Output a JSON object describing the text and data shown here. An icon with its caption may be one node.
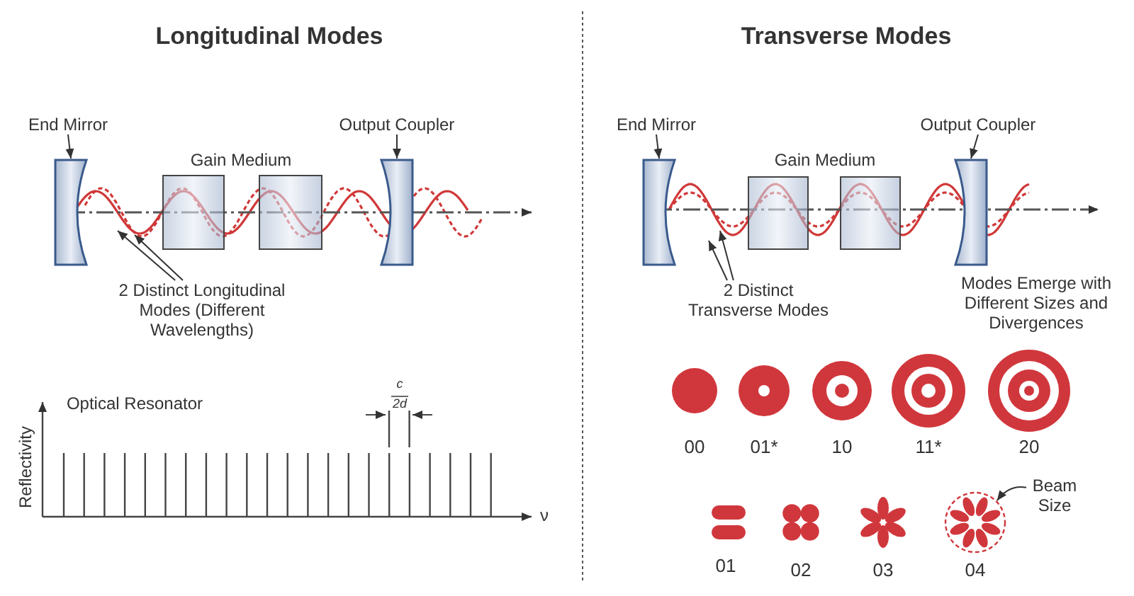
{
  "diagram": {
    "nodes": [
      {
        "text": [
          "End Mirror"
        ]
      },
      {
        "text": [],
        "shape": "picture"
      },
      {
        "text": [
          "Output Coupler"
        ]
      },
      {
        "text": [],
        "shape": "picture"
      },
      {
        "text": [
          "2 Distinct Longitudinal Modes (Different Wavelengths)"
        ]
      },
      {
        "text": [
          "End Mirror"
        ]
      },
      {
        "text": [],
        "shape": "picture"
      },
      {
        "text": [
          "Output Coupler"
        ]
      },
      {
        "text": [],
        "shape": "picture"
      },
      {
        "text": [
          "2 Distinct Transverse Modes"
        ]
      },
      {
        "text": [
          "Beam Size"
        ]
      },
      {
        "text": [],
        "shape": "circle"
      }
    ],
    "edges": [
      {
        "from": 0,
        "to": 1,
        "arrow": "to"
      },
      {
        "from": 2,
        "to": 3,
        "arrow": "to"
      },
      {
        "from": 4,
        "to": null,
        "arrow": "to"
      },
      {
        "from": 4,
        "to": null,
        "arrow": "to"
      },
      {
        "from": 5,
        "to": 6,
        "arrow": "to"
      },
      {
        "from": 7,
        "to": 8,
        "arrow": "to"
      },
      {
        "from": 9,
        "to": null,
        "arrow": "to"
      },
      {
        "from": 9,
        "to": null,
        "arrow": "to"
      },
      {
        "from": 10,
        "to": 11,
        "arrow": "to"
      }
    ],
    "labels": [
      "Longitudinal Modes",
      "Gain Medium",
      "Optical Resonator",
      "c",
      "2d",
      "Reflectivity",
      "ν",
      "Transverse Modes",
      "Gain Medium",
      "Modes Emerge with Different Sizes and Divergences",
      "00",
      "01*",
      "10",
      "11*",
      "20",
      "01",
      "02",
      "03",
      "04"
    ]
  }
}
